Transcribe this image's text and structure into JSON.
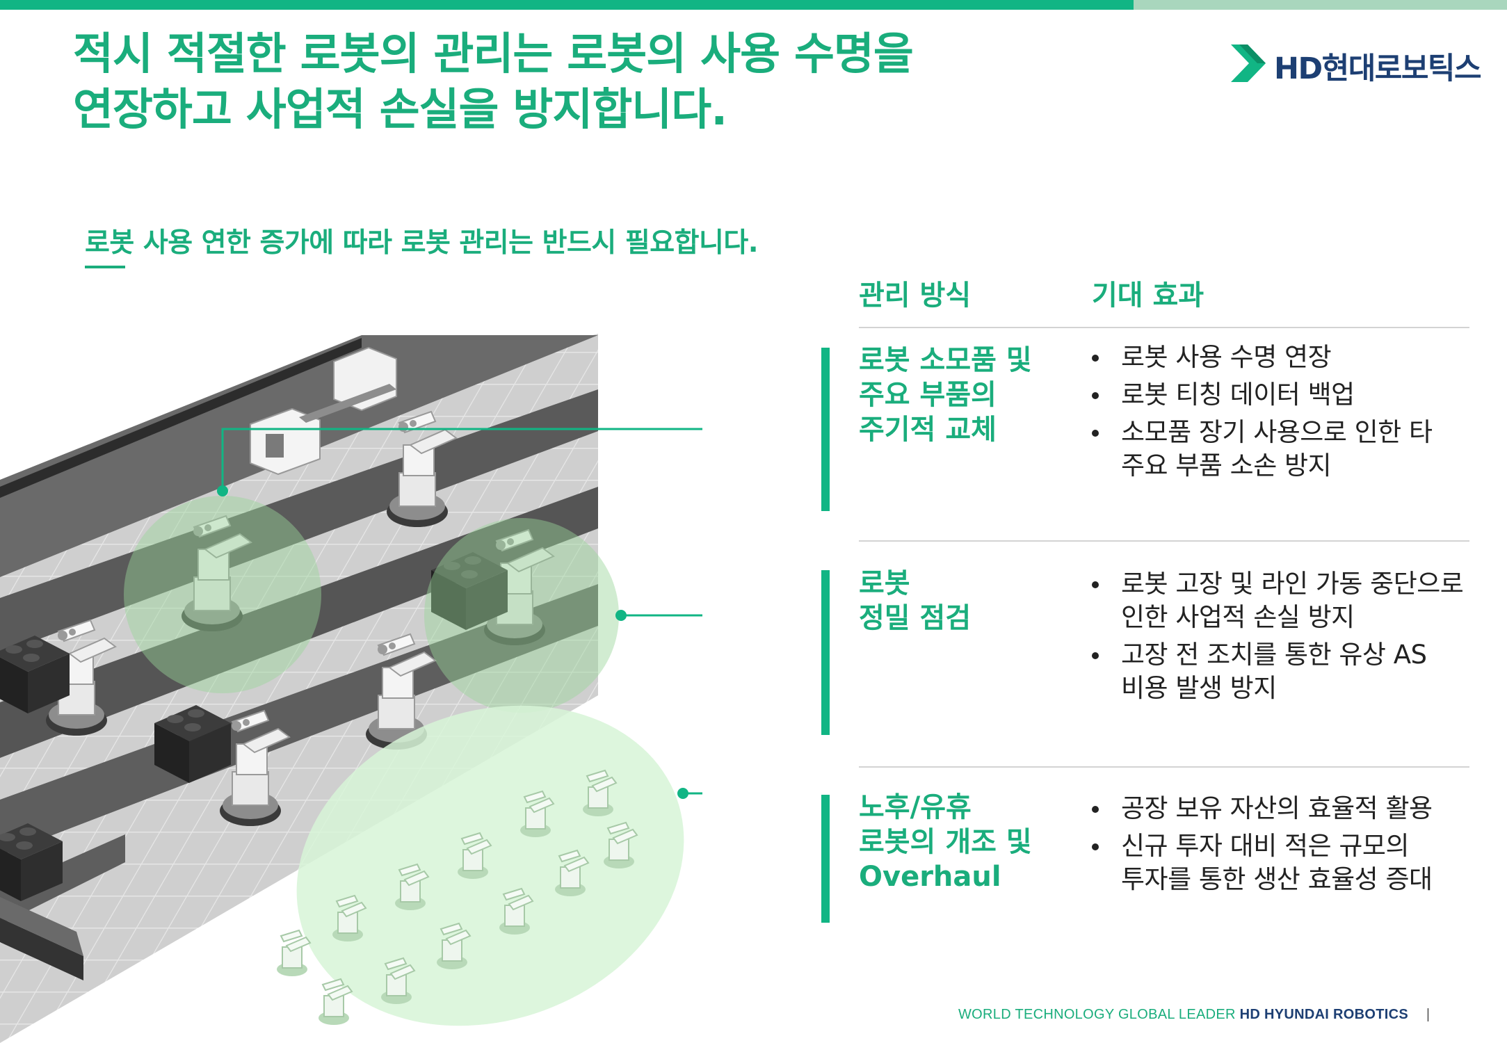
{
  "slide": {
    "title_line1": "적시 적절한 로봇의 관리는 로봇의 사용 수명을",
    "title_line2": "연장하고 사업적 손실을 방지합니다.",
    "subtitle": "로봇 사용 연한 증가에 따라 로봇 관리는 반드시 필요합니다."
  },
  "brand": {
    "name": "HD현대로보틱스",
    "accent_color": "#11b584",
    "navy_color": "#1d3f73"
  },
  "table": {
    "column_method": "관리 방식",
    "column_effect": "기대 효과",
    "rows": [
      {
        "method": [
          "로봇 소모품 및",
          "주요 부품의",
          "주기적 교체"
        ],
        "effects": [
          [
            "로봇 사용 수명 연장"
          ],
          [
            "로봇 티칭 데이터 백업"
          ],
          [
            "소모품 장기 사용으로 인한 타",
            "주요 부품 소손 방지"
          ]
        ]
      },
      {
        "method": [
          "로봇",
          "정밀 점검"
        ],
        "effects": [
          [
            "로봇 고장 및 라인 가동 중단으로",
            "인한 사업적 손실 방지"
          ],
          [
            "고장 전 조치를 통한 유상 AS",
            "비용 발생 방지"
          ]
        ]
      },
      {
        "method": [
          "노후/유휴",
          "로봇의 개조 및",
          "Overhaul"
        ],
        "effects": [
          [
            "공장 보유 자산의 효율적 활용"
          ],
          [
            "신규 투자 대비 적은 규모의",
            "투자를 통한 생산 효율성 증대"
          ]
        ]
      }
    ]
  },
  "footer": {
    "tagline": "WORLD TECHNOLOGY GLOBAL LEADER",
    "company": "HD HYUNDAI ROBOTICS",
    "separator": "|"
  }
}
